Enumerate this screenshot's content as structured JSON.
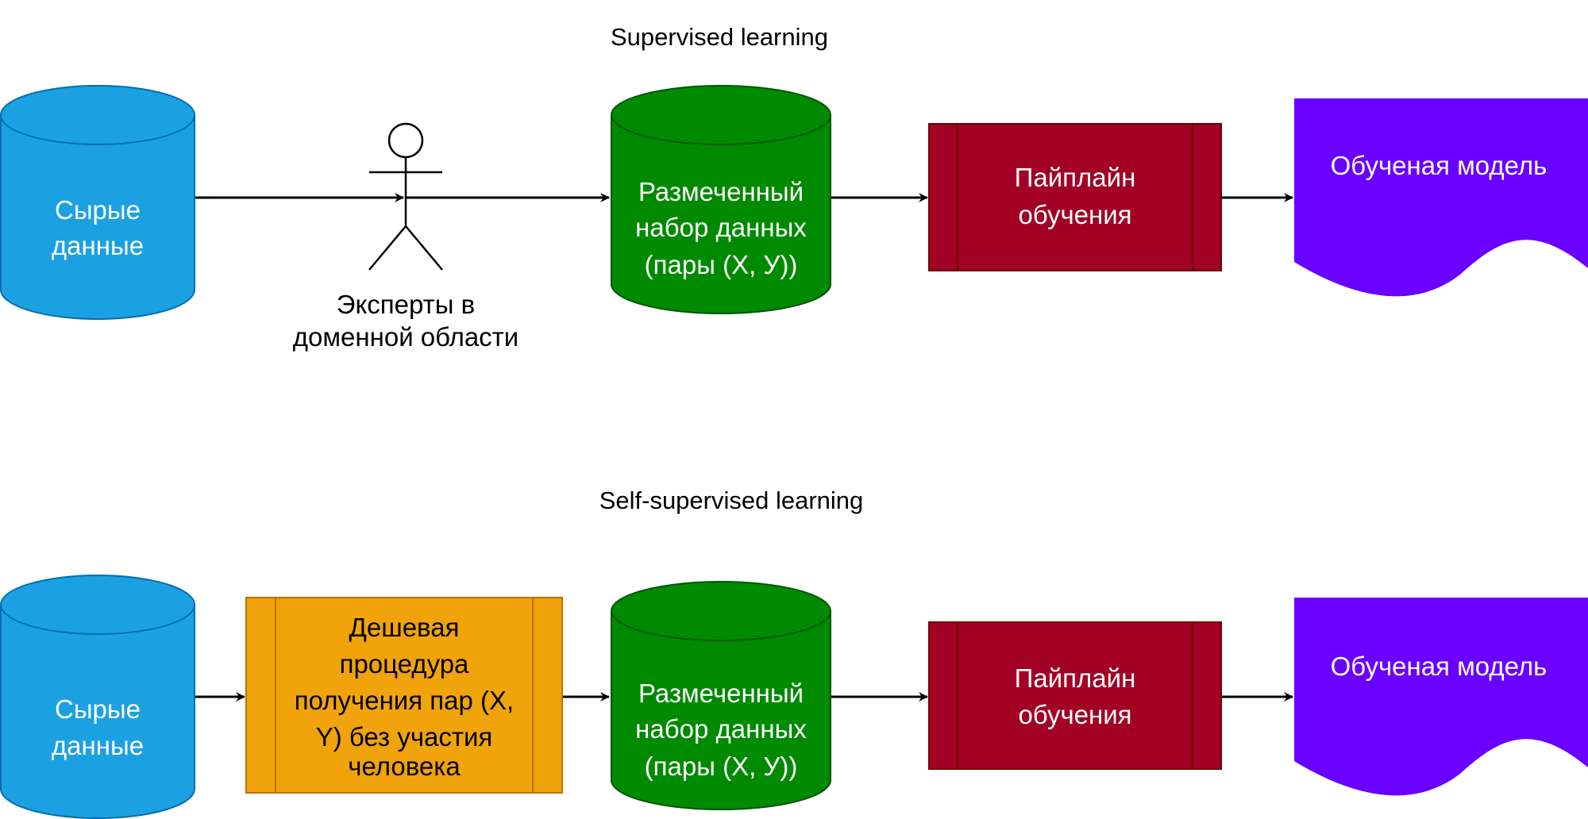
{
  "colors": {
    "raw_data": "#1ba1e2",
    "labeled_dataset": "#008a00",
    "training_pipeline": "#a20025",
    "trained_model": "#6a00ff",
    "cheap_procedure": "#f0a30a"
  },
  "supervised": {
    "title": "Supervised learning",
    "raw_data": [
      "Сырые",
      "данные"
    ],
    "experts": [
      "Эксперты в",
      "доменной области"
    ],
    "dataset": [
      "Размеченный",
      "набор данных",
      "(пары (X, У))"
    ],
    "pipeline": [
      "Пайплайн",
      "обучения"
    ],
    "model": "Обученая модель"
  },
  "self_supervised": {
    "title": "Self-supervised learning",
    "raw_data": [
      "Сырые",
      "данные"
    ],
    "procedure": [
      "Дешевая",
      "процедура",
      "получения пар (X,",
      "Y) без участия",
      "человека"
    ],
    "dataset": [
      "Размеченный",
      "набор данных",
      "(пары (X, У))"
    ],
    "pipeline": [
      "Пайплайн",
      "обучения"
    ],
    "model": "Обученая модель"
  }
}
